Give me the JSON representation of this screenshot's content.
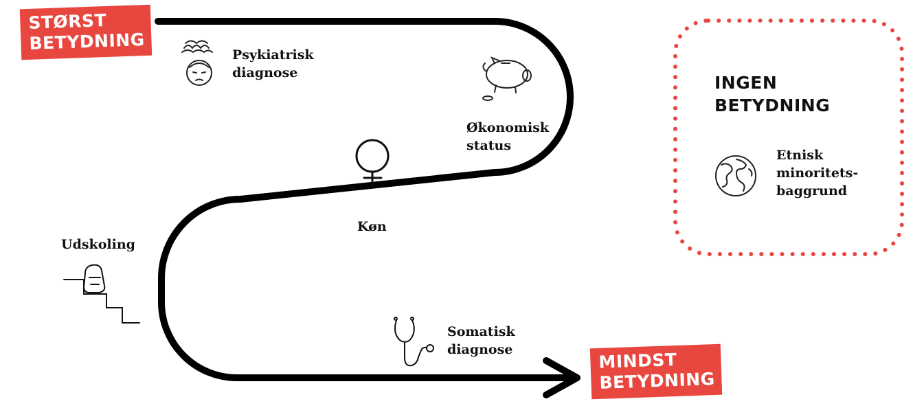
{
  "tags": {
    "top": [
      "STØRST",
      "BETYDNING"
    ],
    "bottom": [
      "MINDST",
      "BETYDNING"
    ]
  },
  "factors": {
    "psykiatrisk": [
      "Psykiatrisk",
      "diagnose"
    ],
    "okonomisk": [
      "Økonomisk",
      "status"
    ],
    "kon": "Køn",
    "udskoling": "Udskoling",
    "somatisk": [
      "Somatisk",
      "diagnose"
    ]
  },
  "no_effect_box": {
    "heading": [
      "INGEN",
      "BETYDNING"
    ],
    "factor": [
      "Etnisk",
      "minoritets-",
      "baggrund"
    ]
  },
  "colors": {
    "accent": "#e8473f",
    "path": "#000000"
  },
  "icons": [
    "stressed-person-icon",
    "piggy-bank-icon",
    "female-symbol-icon",
    "backpack-stairs-icon",
    "stethoscope-icon",
    "globe-icon"
  ]
}
